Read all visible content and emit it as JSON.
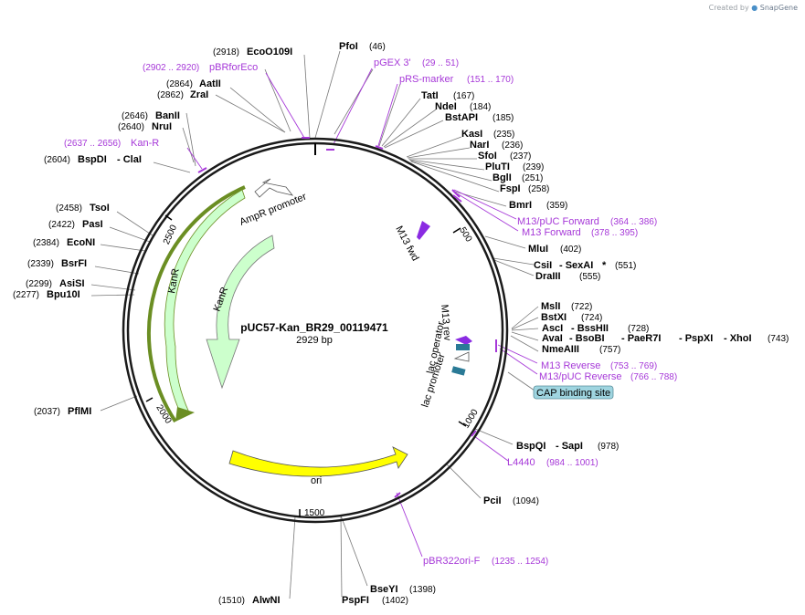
{
  "credit": {
    "prefix": "Created by",
    "brand": "SnapGene"
  },
  "plasmid": {
    "name": "pUC57-Kan_BR29_00119471",
    "length": "2929 bp"
  },
  "ticks": [
    "500",
    "1000",
    "1500",
    "2000",
    "2500"
  ],
  "features": {
    "ori": "ori",
    "kanr_outer": "KanR",
    "kanr_inner": "KanR",
    "ampr_promoter": "AmpR promoter",
    "lac_operator": "lac operator",
    "lac_promoter": "lac promoter",
    "m13_fwd": "M13 fwd",
    "m13_rev": "M13 rev",
    "cap_site": "CAP binding site"
  },
  "sites": {
    "ecoo109i": {
      "name": "EcoO109I",
      "pos": "(2918)"
    },
    "pfoi": {
      "name": "PfoI",
      "pos": "(46)"
    },
    "aatii": {
      "name": "AatII",
      "pos": "(2864)"
    },
    "zrai": {
      "name": "ZraI",
      "pos": "(2862)"
    },
    "tati": {
      "name": "TatI",
      "pos": "(167)"
    },
    "ndei": {
      "name": "NdeI",
      "pos": "(184)"
    },
    "bstapi": {
      "name": "BstAPI",
      "pos": "(185)"
    },
    "banii": {
      "name": "BanII",
      "pos": "(2646)"
    },
    "nrui": {
      "name": "NruI",
      "pos": "(2640)"
    },
    "kasi": {
      "name": "KasI",
      "pos": "(235)"
    },
    "nari": {
      "name": "NarI",
      "pos": "(236)"
    },
    "sfoi": {
      "name": "SfoI",
      "pos": "(237)"
    },
    "plut1": {
      "name": "PluTI",
      "pos": "(239)"
    },
    "bgli": {
      "name": "BglI",
      "pos": "(251)"
    },
    "fspi": {
      "name": "FspI",
      "pos": "(258)"
    },
    "bspdi": {
      "name": "BspDI",
      "name2": "- ClaI",
      "pos": "(2604)"
    },
    "bmri": {
      "name": "BmrI",
      "pos": "(359)"
    },
    "tsoi": {
      "name": "TsoI",
      "pos": "(2458)"
    },
    "pasi": {
      "name": "PasI",
      "pos": "(2422)"
    },
    "econi": {
      "name": "EcoNI",
      "pos": "(2384)"
    },
    "mlui": {
      "name": "MluI",
      "pos": "(402)"
    },
    "csii": {
      "name": "CsiI",
      "name2": "- SexAI",
      "star": "*",
      "pos": "(551)"
    },
    "draiii": {
      "name": "DraIII",
      "pos": "(555)"
    },
    "bsrfi": {
      "name": "BsrFI",
      "pos": "(2339)"
    },
    "asisi": {
      "name": "AsiSI",
      "pos": "(2299)"
    },
    "bpu10i": {
      "name": "Bpu10I",
      "pos": "(2277)"
    },
    "msli": {
      "name": "MslI",
      "pos": "(722)"
    },
    "bstxi": {
      "name": "BstXI",
      "pos": "(724)"
    },
    "asci": {
      "name": "AscI",
      "name2": "- BssHII",
      "pos": "(728)"
    },
    "avai": {
      "name": "AvaI",
      "name2": "- BsoBI",
      "name3": "- PaeR7I",
      "name4": "- PspXI",
      "name5": "- XhoI",
      "pos": "(743)"
    },
    "nmeaiii": {
      "name": "NmeAIII",
      "pos": "(757)"
    },
    "pflmi": {
      "name": "PflMI",
      "pos": "(2037)"
    },
    "bspqi": {
      "name": "BspQI",
      "name2": "- SapI",
      "pos": "(978)"
    },
    "pcii": {
      "name": "PciI",
      "pos": "(1094)"
    },
    "bseyi": {
      "name": "BseYI",
      "pos": "(1398)"
    },
    "alwni": {
      "name": "AlwNI",
      "pos": "(1510)"
    },
    "pspfi": {
      "name": "PspFI",
      "pos": "(1402)"
    }
  },
  "primers": {
    "pbrforeco": {
      "name": "pBRforEco",
      "pos": "(2902 .. 2920)"
    },
    "pgex3": {
      "name": "pGEX 3'",
      "pos": "(29 .. 51)"
    },
    "prsmarker": {
      "name": "pRS-marker",
      "pos": "(151 .. 170)"
    },
    "kanr": {
      "name": "Kan-R",
      "pos": "(2637 .. 2656)"
    },
    "m13puc_fwd": {
      "name": "M13/pUC Forward",
      "pos": "(364 .. 386)"
    },
    "m13_forward": {
      "name": "M13 Forward",
      "pos": "(378 .. 395)"
    },
    "m13_reverse": {
      "name": "M13 Reverse",
      "pos": "(753 .. 769)"
    },
    "m13puc_rev": {
      "name": "M13/pUC Reverse",
      "pos": "(766 .. 788)"
    },
    "l4440": {
      "name": "L4440",
      "pos": "(984 .. 1001)"
    },
    "pbr322ori": {
      "name": "pBR322ori-F",
      "pos": "(1235 .. 1254)"
    }
  },
  "colors": {
    "backbone": "#1a1a1a",
    "primer": "#a638d8",
    "kanr_fill": "#ccffcc",
    "kanr_stroke": "#6b8e23",
    "ori_fill": "#ffff00",
    "cap_fill": "#9fd5e0",
    "lac_fill": "#2a7a96",
    "m13_fill": "#8a2be2"
  }
}
